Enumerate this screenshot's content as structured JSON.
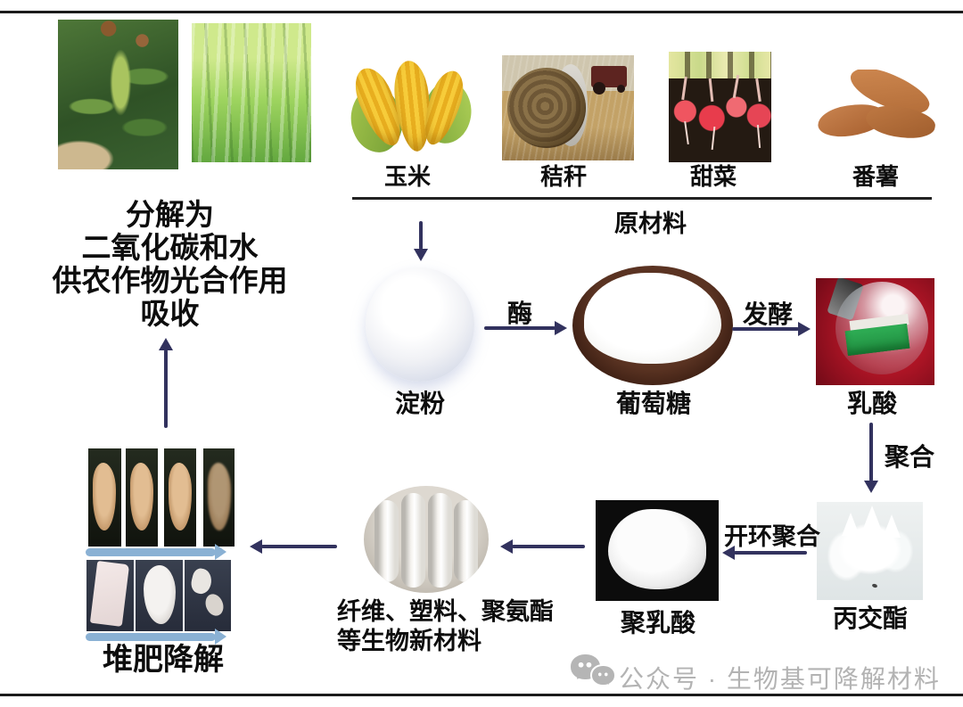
{
  "colors": {
    "flow_arrow": "#32325e",
    "compost_arrow": "#8ab1d4",
    "label_text": "#0d0d0d",
    "watermark_gray": "#b3b3b3",
    "background": "#ffffff"
  },
  "decompose_text": {
    "line1": "分解为",
    "line2": "二氧化碳和水",
    "line3": "供农作物光合作用",
    "line4": "吸收"
  },
  "raw_materials": {
    "group_label": "原材料",
    "items": [
      {
        "label": "玉米"
      },
      {
        "label": "秸秆"
      },
      {
        "label": "甜菜"
      },
      {
        "label": "番薯"
      }
    ]
  },
  "process": {
    "starch_label": "淀粉",
    "enzyme_label": "酶",
    "glucose_label": "葡萄糖",
    "fermentation_label": "发酵",
    "lactic_acid_label": "乳酸",
    "polymerization_label": "聚合",
    "lactide_label": "丙交酯",
    "ring_opening_label": "开环聚合",
    "pla_label": "聚乳酸",
    "products_line1": "纤维、塑料、聚氨酯",
    "products_line2": "等生物新材料",
    "compost_label": "堆肥降解"
  },
  "watermark": {
    "icon": "wechat-icon",
    "text": "公众号 · 生物基可降解材料"
  }
}
